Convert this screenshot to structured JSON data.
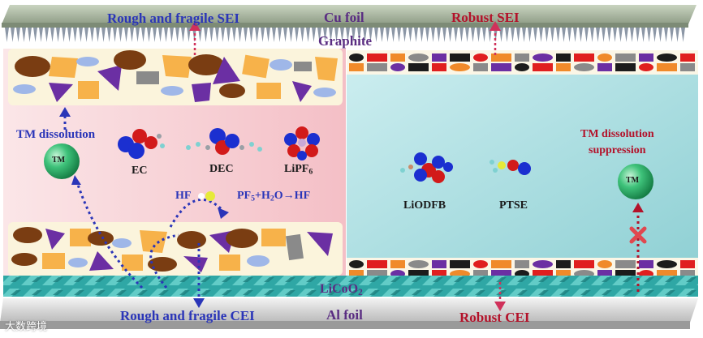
{
  "labels": {
    "rough_sei": "Rough and fragile SEI",
    "cu_foil": "Cu foil",
    "graphite": "Graphite",
    "robust_sei": "Robust SEI",
    "tm_dissolution": "TM dissolution",
    "tm_left": "TM",
    "tm_right": "TM",
    "ec": "EC",
    "dec": "DEC",
    "lipf6_main": "LiPF",
    "lipf6_sub": "6",
    "hf": "HF",
    "eq_pf": "PF",
    "eq_pf_sub": "5",
    "eq_h2o": "+H",
    "eq_h2o_sub": "2",
    "eq_rest": "O→HF",
    "liodfb": "LiODFB",
    "ptse": "PTSE",
    "tm_suppression_1": "TM dissolution",
    "tm_suppression_2": "suppression",
    "licoo2_main": "LiCoO",
    "licoo2_sub": "2",
    "rough_cei": "Rough and fragile CEI",
    "al_foil": "Al foil",
    "robust_cei": "Robust CEI",
    "watermark": "大数跨境"
  },
  "colors": {
    "blue_text": "#2a35b8",
    "red_text": "#b3122a",
    "purple_text": "#5a2d82",
    "tm_sphere": "#3ec27a",
    "left_electrolyte": "#f6c9cf",
    "right_electrolyte": "#a9dde0"
  }
}
